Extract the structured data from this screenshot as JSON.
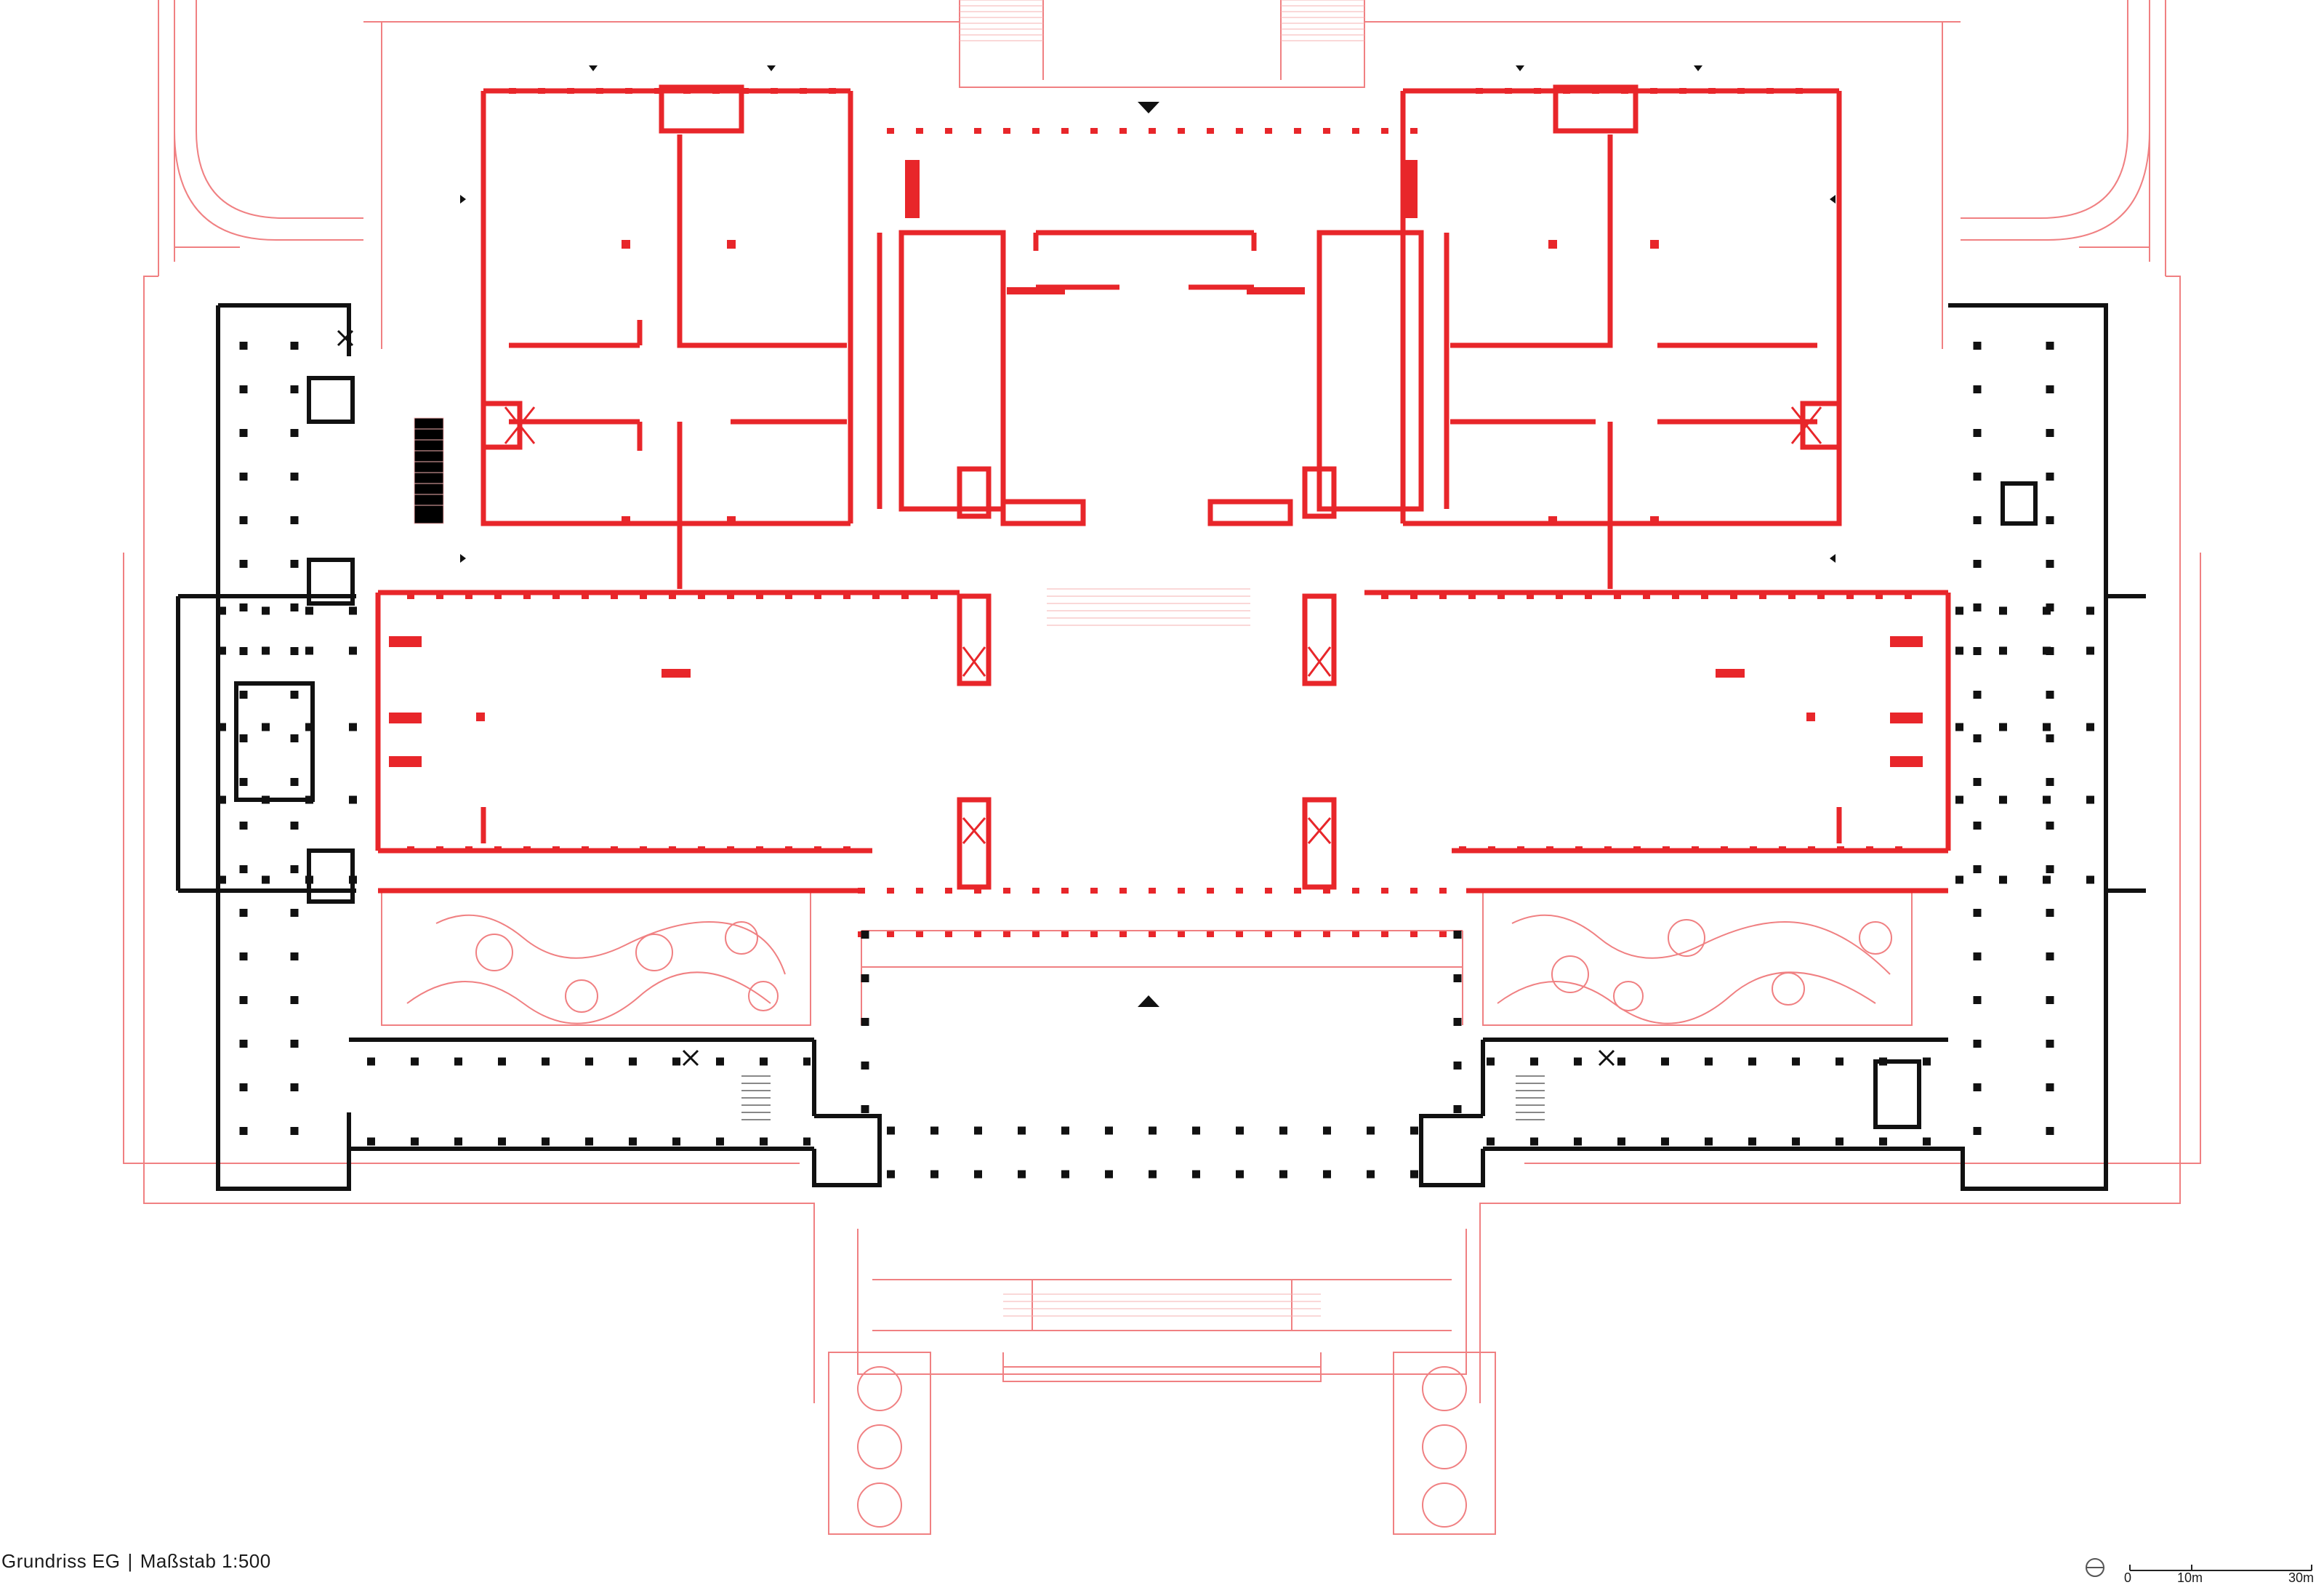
{
  "caption": {
    "title": "Grundriss EG",
    "separator": "|",
    "scale_text": "Maßstab 1:500"
  },
  "scale_bar": {
    "labels": [
      "0",
      "10m",
      "30m"
    ]
  },
  "colors": {
    "existing_lines": "#e8383b",
    "existing_light": "#f2a3a4",
    "new_structure": "#111111",
    "background": "#ffffff"
  },
  "icons": {
    "north_arrow": "north-arrow-icon",
    "entrance_markers": "entrance-triangle-icon",
    "elevators": "elevator-cross-icon"
  }
}
